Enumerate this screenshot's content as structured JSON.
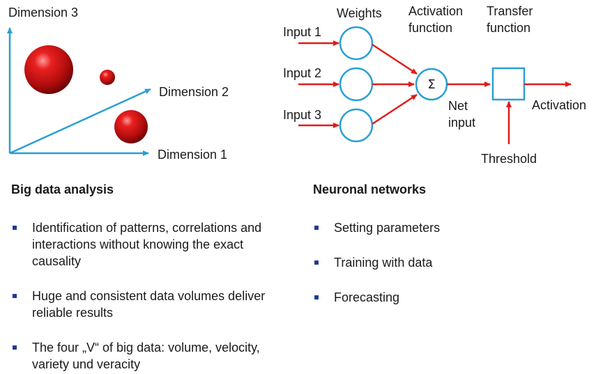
{
  "scatter": {
    "axis_y_label": "Dimension 3",
    "axis_x2_label": "Dimension 2",
    "axis_x1_label": "Dimension 1",
    "axis_color": "#2a9fd6",
    "bubble_color": "#d41515"
  },
  "neuron": {
    "weights_label": "Weights",
    "activation_function_label": "Activation\nfunction",
    "transfer_function_label": "Transfer\nfunction",
    "inputs": [
      "Input 1",
      "Input 2",
      "Input 3"
    ],
    "sum_symbol": "Σ",
    "net_input_label": "Net\ninput",
    "activation_label": "Activation",
    "threshold_label": "Threshold",
    "node_color": "#2a9fd6",
    "arrow_color": "#e01b1b"
  },
  "big_data": {
    "heading": "Big data analysis",
    "items": [
      "Identification of patterns, correlations and interactions without knowing the exact causality",
      "Huge and consistent data volumes deliver reliable results",
      "The four „V“ of big data: volume, velocity, variety und veracity"
    ]
  },
  "neural_networks": {
    "heading": "Neuronal networks",
    "items": [
      "Setting parameters",
      "Training with data",
      "Forecasting"
    ]
  }
}
